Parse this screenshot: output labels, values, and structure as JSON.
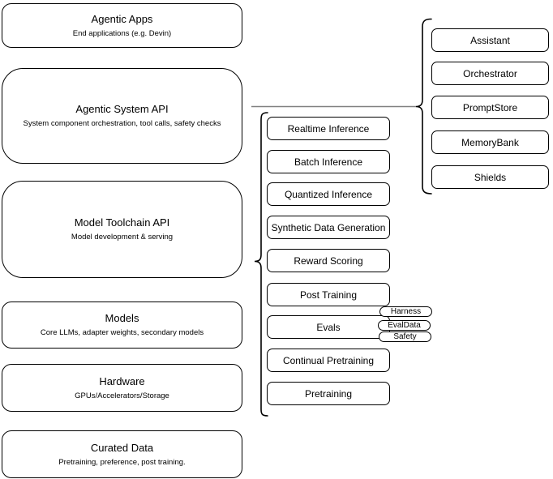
{
  "diagram": {
    "stack": [
      {
        "title": "Agentic Apps",
        "subtitle": "End applications (e.g. Devin)"
      },
      {
        "title": "Agentic System API",
        "subtitle": "System component orchestration, tool calls, safety checks"
      },
      {
        "title": "Model Toolchain API",
        "subtitle": "Model development & serving"
      },
      {
        "title": "Models",
        "subtitle": "Core LLMs, adapter weights, secondary models"
      },
      {
        "title": "Hardware",
        "subtitle": "GPUs/Accelerators/Storage"
      },
      {
        "title": "Curated Data",
        "subtitle": "Pretraining, preference, post training."
      }
    ],
    "toolchain_items": [
      "Realtime Inference",
      "Batch Inference",
      "Quantized Inference",
      "Synthetic Data Generation",
      "Reward Scoring",
      "Post Training",
      "Evals",
      "Continual Pretraining",
      "Pretraining"
    ],
    "eval_tags": [
      "Harness",
      "EvalData",
      "Safety"
    ],
    "system_components": [
      "Assistant",
      "Orchestrator",
      "PromptStore",
      "MemoryBank",
      "Shields"
    ],
    "colors": {
      "stroke": "#000000",
      "connector_line": "#808080",
      "fill": "#ffffff",
      "text": "#000000"
    }
  }
}
